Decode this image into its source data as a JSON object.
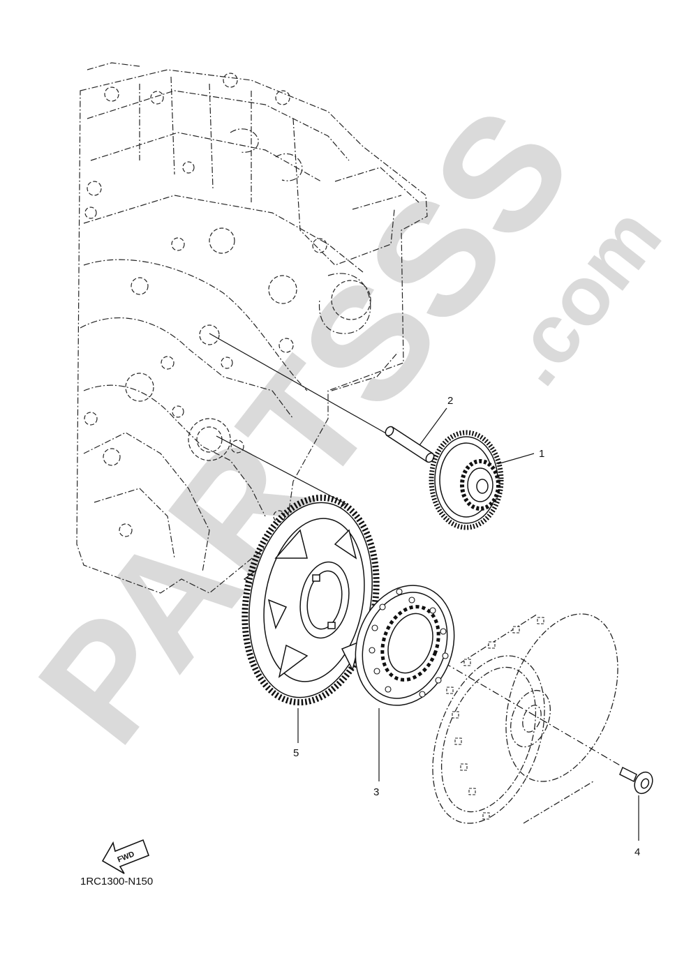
{
  "watermark": {
    "brand": "PARTSSS",
    "domain": ".com"
  },
  "callouts": [
    {
      "id": "1",
      "label": "1"
    },
    {
      "id": "2",
      "label": "2"
    },
    {
      "id": "3",
      "label": "3"
    },
    {
      "id": "4",
      "label": "4"
    },
    {
      "id": "5",
      "label": "5"
    }
  ],
  "direction_badge": {
    "label": "FWD"
  },
  "diagram_code": "1RC1300-N150",
  "colors": {
    "line": "#111111",
    "watermark": "#d4d4d4",
    "background": "#ffffff"
  }
}
